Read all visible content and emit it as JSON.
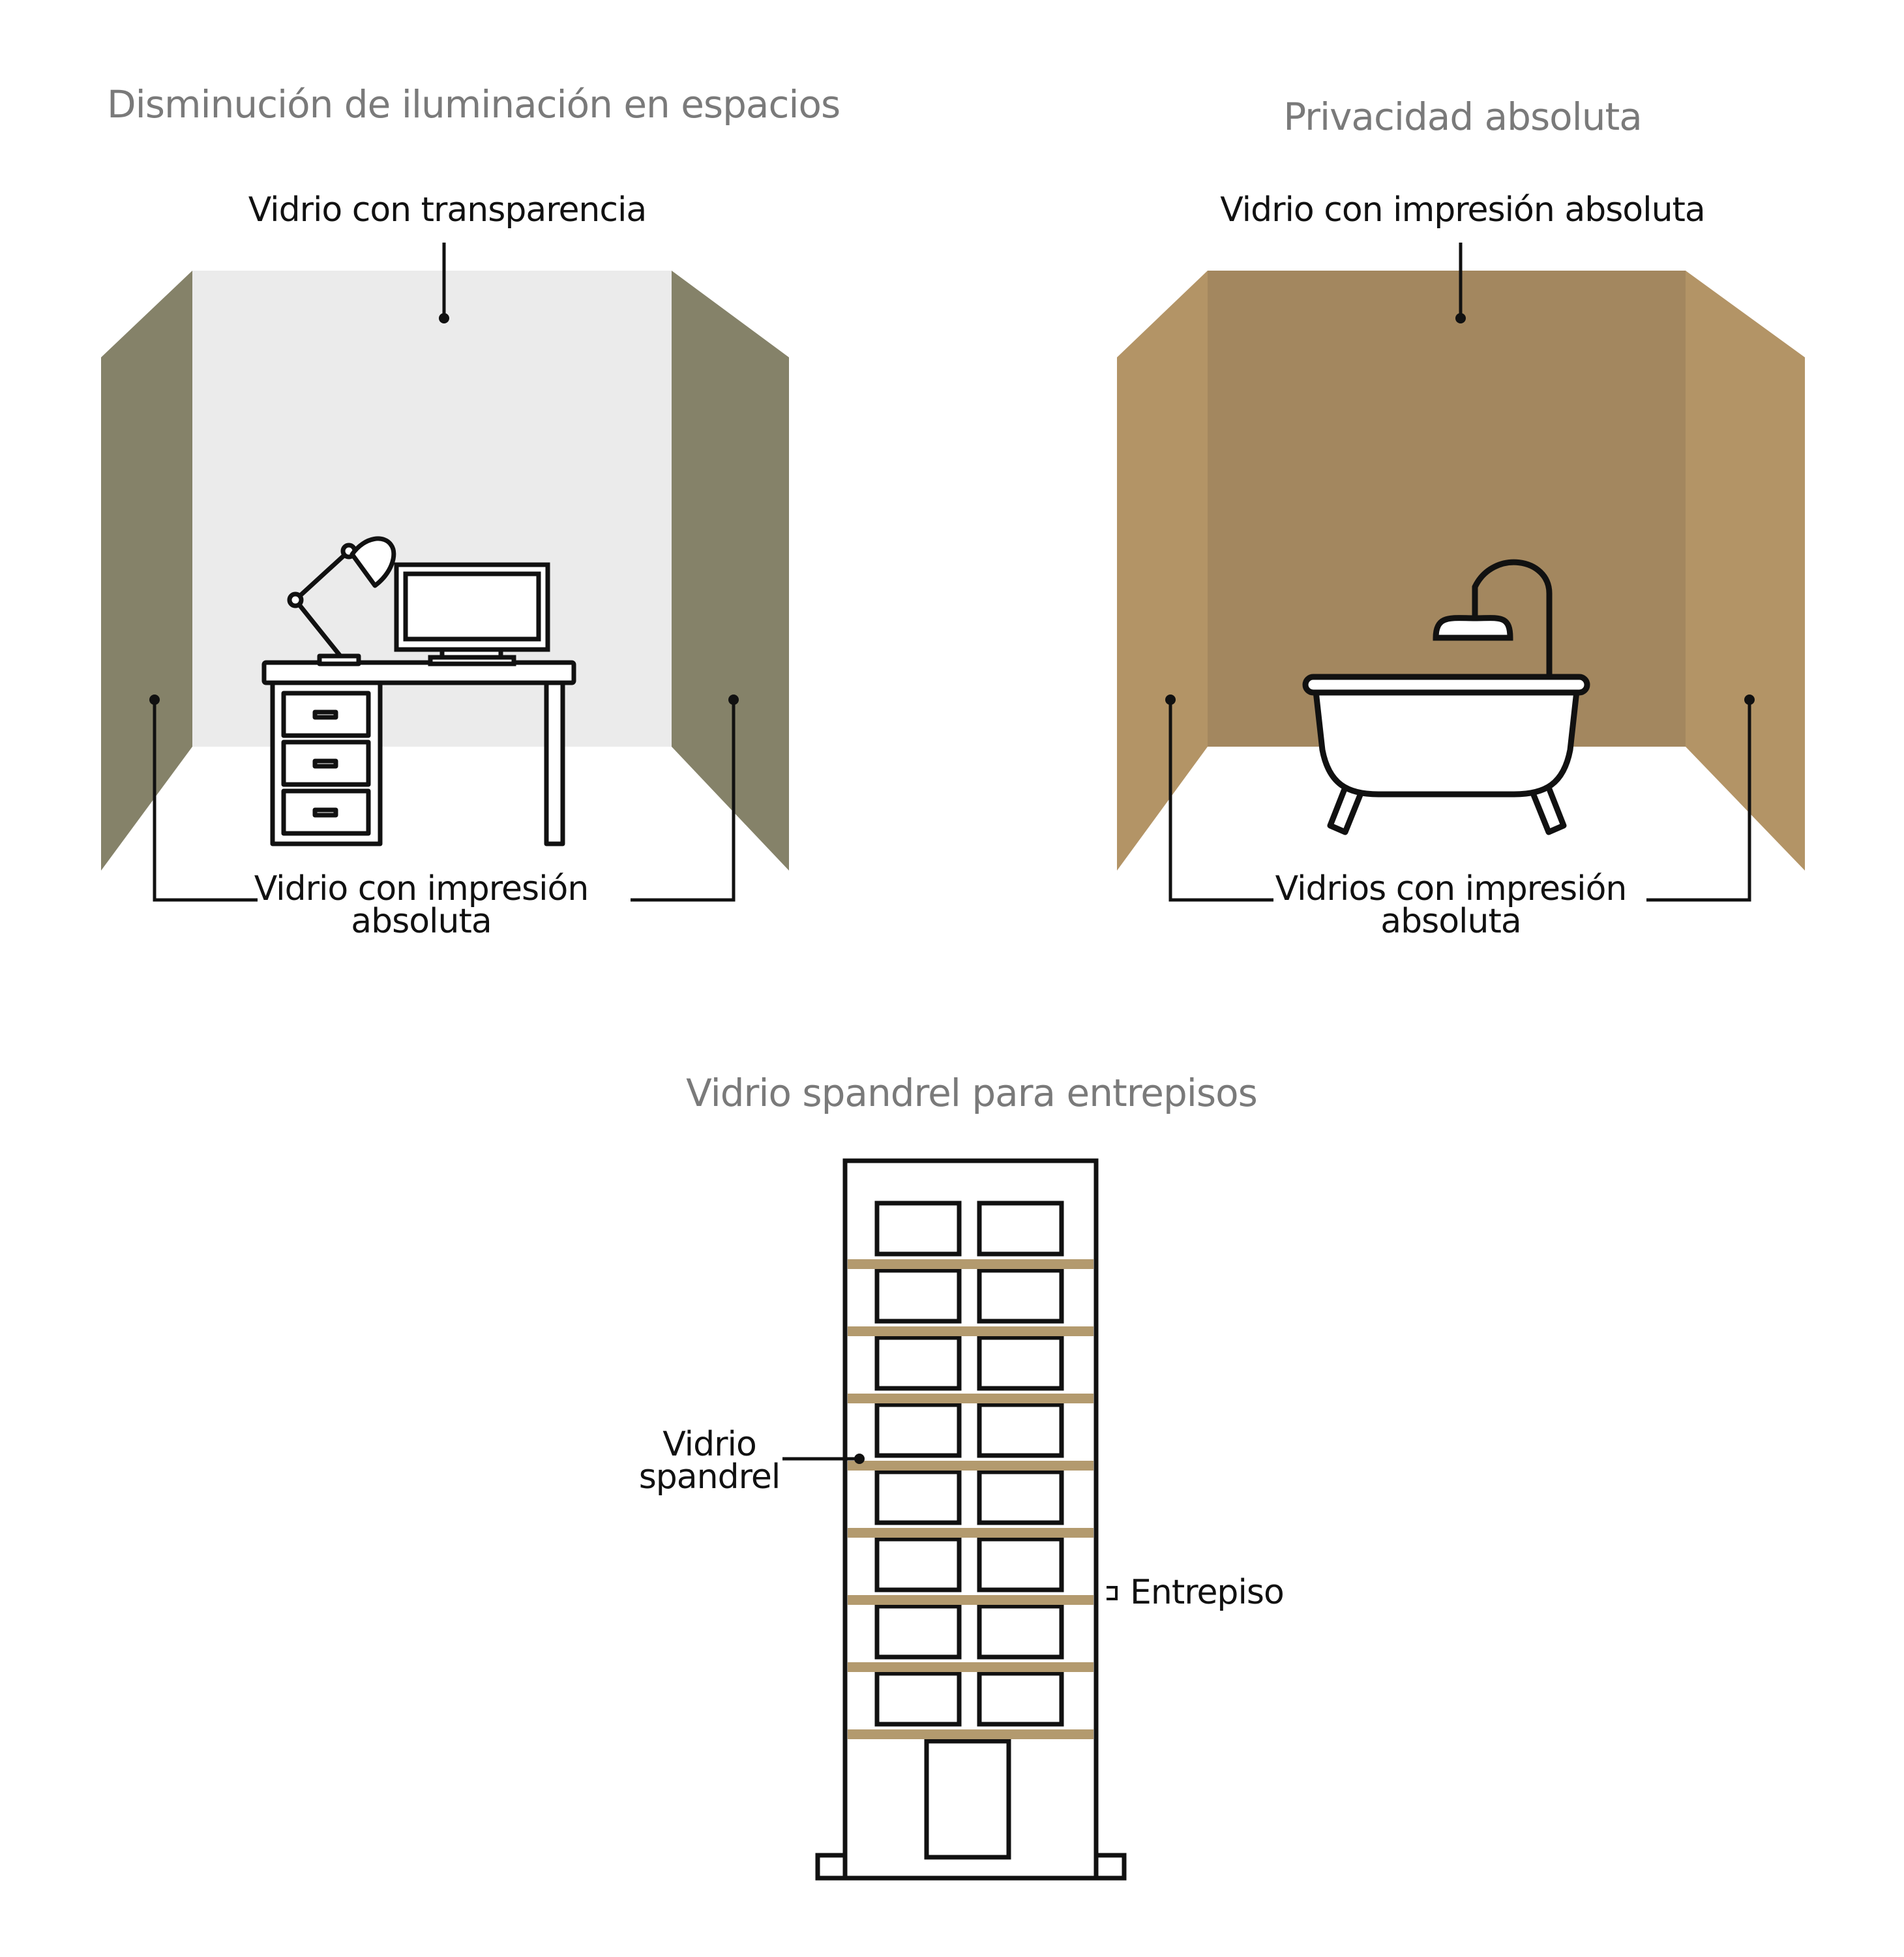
{
  "panels": {
    "office": {
      "title": "Disminución de iluminación en espacios",
      "back_label": "Vidrio con transparencia",
      "side_label_line1": "Vidrio con impresión",
      "side_label_line2": "absoluta"
    },
    "bath": {
      "title": "Privacidad absoluta",
      "back_label": "Vidrio con impresión absoluta",
      "side_label_line1": "Vidrios con impresión",
      "side_label_line2": "absoluta"
    },
    "building": {
      "title": "Vidrio spandrel para entrepisos",
      "spandrel_label_line1": "Vidrio",
      "spandrel_label_line2": "spandrel",
      "floor_label": "Entrepiso"
    }
  },
  "colors": {
    "office_side_wall": "#858269",
    "office_back_wall": "#ebebeb",
    "bath_side_wall": "#b39466",
    "bath_back_wall": "#a3875f",
    "spandrel_band": "#b39a6e",
    "line": "#111111",
    "title_text": "#7a7a7a"
  },
  "icons": [
    "desk-lamp-icon",
    "computer-monitor-icon",
    "desk-icon",
    "bathtub-icon",
    "shower-head-icon",
    "building-icon"
  ]
}
